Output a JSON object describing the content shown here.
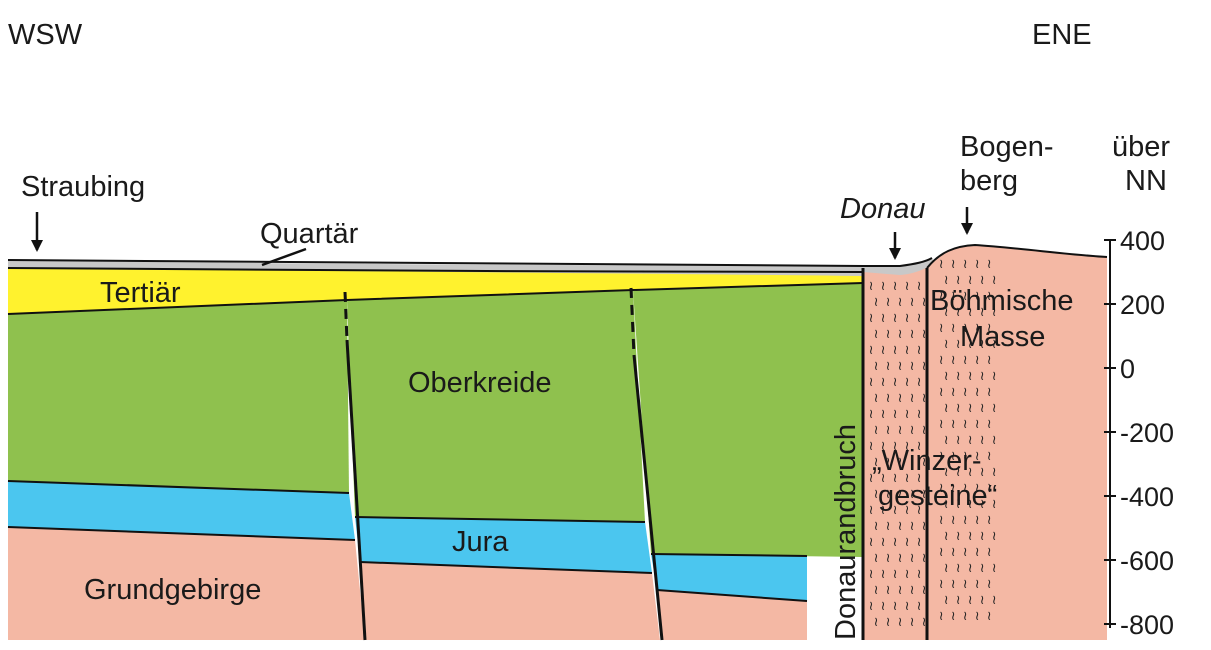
{
  "directions": {
    "west": "WSW",
    "east": "ENE"
  },
  "places": {
    "straubing": "Straubing",
    "donau": "Donau",
    "bogenberg_1": "Bogen-",
    "bogenberg_2": "berg"
  },
  "units": {
    "quartaer": "Quartär",
    "tertiaer": "Tertiär",
    "oberkreide": "Oberkreide",
    "jura": "Jura",
    "grundgebirge": "Grundgebirge",
    "boehmische_1": "Böhmische",
    "boehmische_2": "Masse",
    "winzer_1": "„Winzer-",
    "winzer_2": "gesteine“"
  },
  "fault_name": "Donaurandbruch",
  "axis": {
    "title_1": "über",
    "title_2": "NN",
    "ticks": [
      "400",
      "200",
      "0",
      "-200",
      "-400",
      "-600",
      "-800"
    ]
  },
  "colors": {
    "quartaer": "#c8c8c8",
    "tertiaer": "#fff22e",
    "oberkreide": "#8fc14e",
    "jura": "#4bc6ef",
    "grundgebirge": "#f4b8a4",
    "boehmische": "#f4b8a4"
  }
}
